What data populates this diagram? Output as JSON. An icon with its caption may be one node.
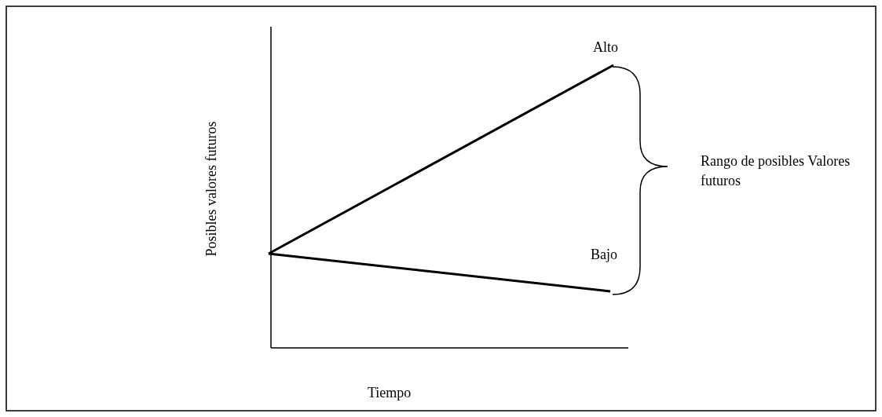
{
  "diagram": {
    "labels": [
      "Alto",
      "Posibles valores futuros",
      "Rango de posibles Valores futuros",
      "Bajo",
      "Tiempo"
    ]
  }
}
